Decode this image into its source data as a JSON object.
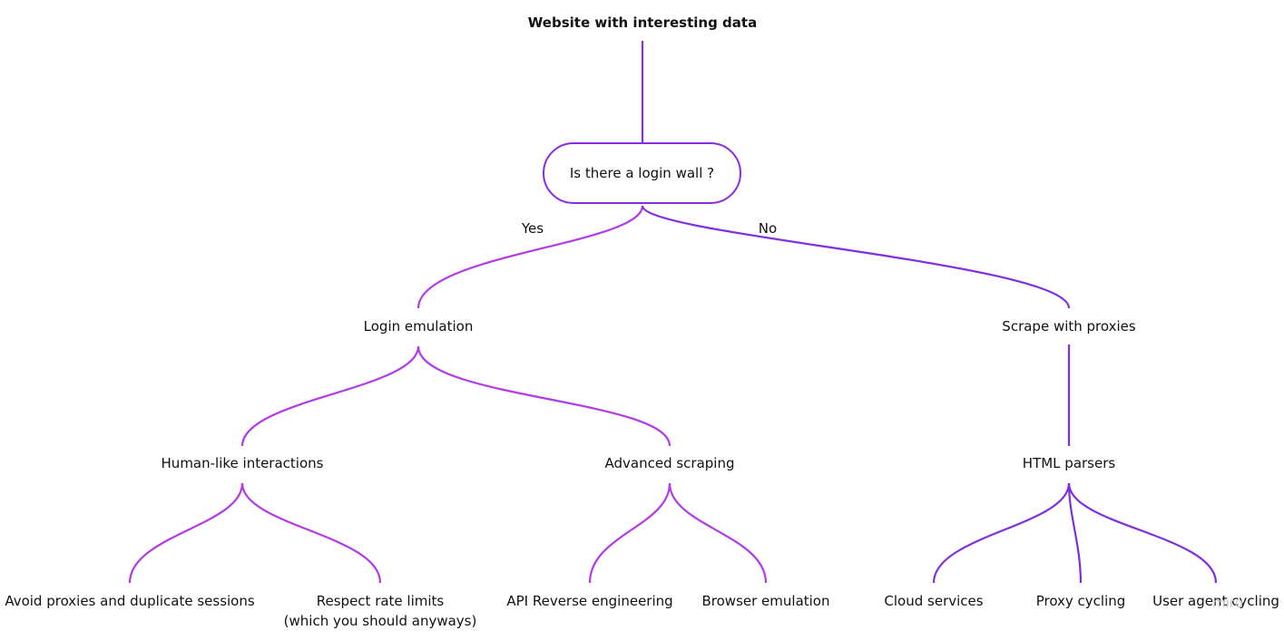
{
  "title": "Website with interesting data",
  "decision": "Is there a login wall ?",
  "edges": {
    "yes": "Yes",
    "no": "No"
  },
  "nodes": {
    "login_emulation": "Login emulation",
    "scrape_with_proxies": "Scrape with proxies",
    "human_like": "Human-like interactions",
    "advanced_scraping": "Advanced scraping",
    "html_parsers": "HTML parsers",
    "avoid_proxies": "Avoid proxies and duplicate sessions",
    "respect_rate_limits": "Respect rate limits",
    "respect_rate_limits_note": "(which you should anyways)",
    "api_reverse": "API Reverse engineering",
    "browser_emulation": "Browser emulation",
    "cloud_services": "Cloud services",
    "proxy_cycling": "Proxy cycling",
    "user_agent_cycling": "User agent cycling"
  },
  "watermark": "miro",
  "colors": {
    "connector_left": "#b23ae8",
    "connector_right": "#7f2ee0",
    "box_border": "#8a2be2"
  }
}
